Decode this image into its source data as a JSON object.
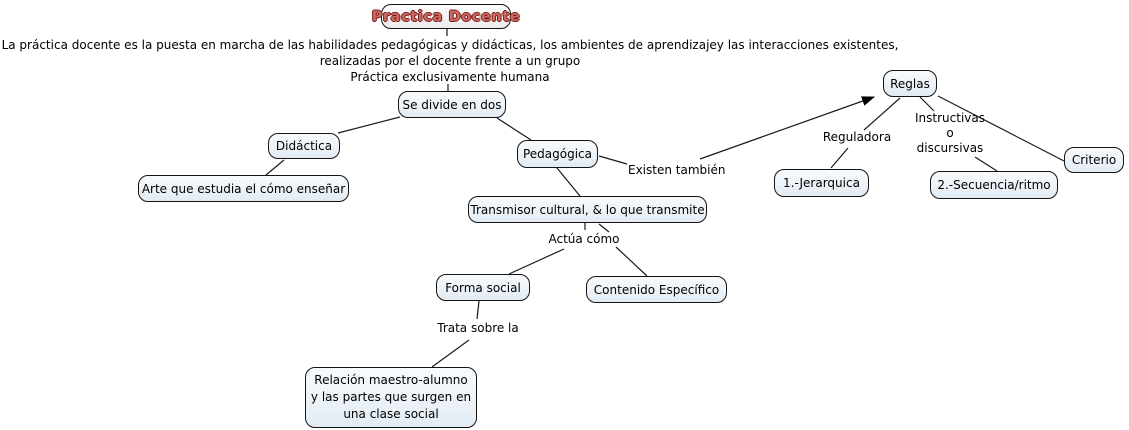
{
  "map": {
    "title": "Practica Docente",
    "description": "La práctica docente es la puesta en marcha de las habilidades pedagógicas y didácticas, los ambientes de aprendizajey las interacciones existentes,\nrealizadas por el docente frente a un grupo\nPráctica exclusivamente humana"
  },
  "nodes": {
    "se_divide": "Se divide en dos",
    "didactica": "Didáctica",
    "arte": "Arte que estudia el cómo enseñar",
    "pedagogica": "Pedagógica",
    "transmisor": "Transmisor cultural, & lo que transmite",
    "forma_social": "Forma social",
    "contenido": "Contenido Específico",
    "relacion": "Relación maestro-alumno\ny las partes que surgen en\nuna clase social",
    "reglas": "Reglas",
    "jerarquica": "1.-Jerarquica",
    "secuencia": "2.-Secuencia/ritmo",
    "criterio": "Criterio"
  },
  "linking_phrases": {
    "existen": "Existen también",
    "actua": "Actúa cómo",
    "trata": "Trata sobre la",
    "reguladora": "Reguladora",
    "instructivas": "Instructivas\no\ndiscursivas"
  },
  "colors": {
    "background": "#ffffff",
    "node_fill_top": "#f8fbfd",
    "node_fill_bottom": "#e2ebf3",
    "node_border": "#141414",
    "connector_line": "#1a1a1a",
    "title_text": "#ca6a62",
    "title_outline": "#7d1d1d",
    "text": "#000000"
  }
}
